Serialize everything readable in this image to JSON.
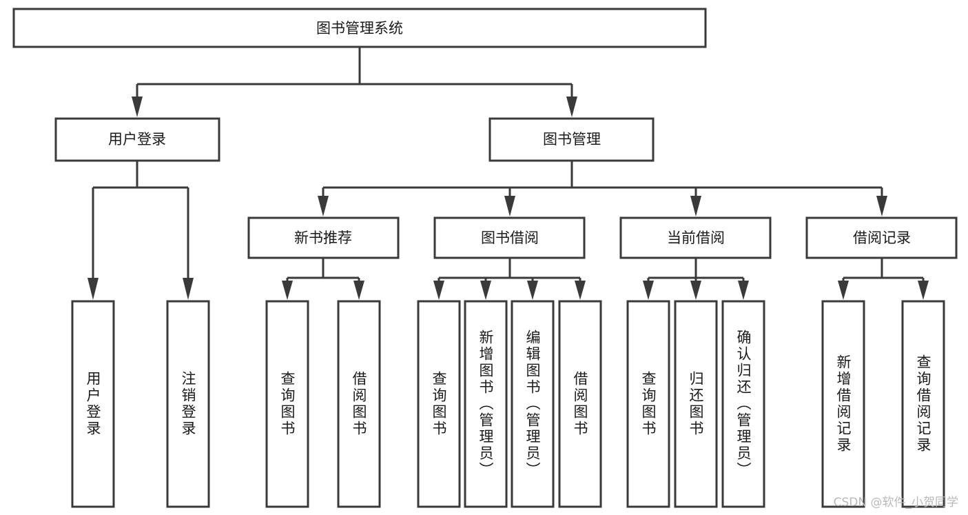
{
  "diagram": {
    "type": "tree-hierarchy",
    "title_node": {
      "label": "图书管理系统"
    },
    "level2": [
      {
        "label": "用户登录"
      },
      {
        "label": "图书管理"
      }
    ],
    "level3": [
      {
        "label": "新书推荐"
      },
      {
        "label": "图书借阅"
      },
      {
        "label": "当前借阅"
      },
      {
        "label": "借阅记录"
      }
    ],
    "leaves": {
      "user_login": [
        {
          "label": "用户登录"
        },
        {
          "label": "注销登录"
        }
      ],
      "new_book_recommend": [
        {
          "label": "查询图书"
        },
        {
          "label": "借阅图书"
        }
      ],
      "book_borrow": [
        {
          "label": "查询图书"
        },
        {
          "label": "新增图书（管理员）"
        },
        {
          "label": "编辑图书（管理员）"
        },
        {
          "label": "借阅图书"
        }
      ],
      "current_borrow": [
        {
          "label": "查询图书"
        },
        {
          "label": "归还图书"
        },
        {
          "label": "确认归还（管理员）"
        }
      ],
      "borrow_record": [
        {
          "label": "新增借阅记录"
        },
        {
          "label": "查询借阅记录"
        }
      ]
    }
  },
  "watermark": {
    "text": "CSDN @软件_小贺同学"
  },
  "colors": {
    "stroke": "#3a3a3a",
    "fill": "#ffffff",
    "text": "#1a1a1a",
    "watermark": "#b9b9b9"
  }
}
